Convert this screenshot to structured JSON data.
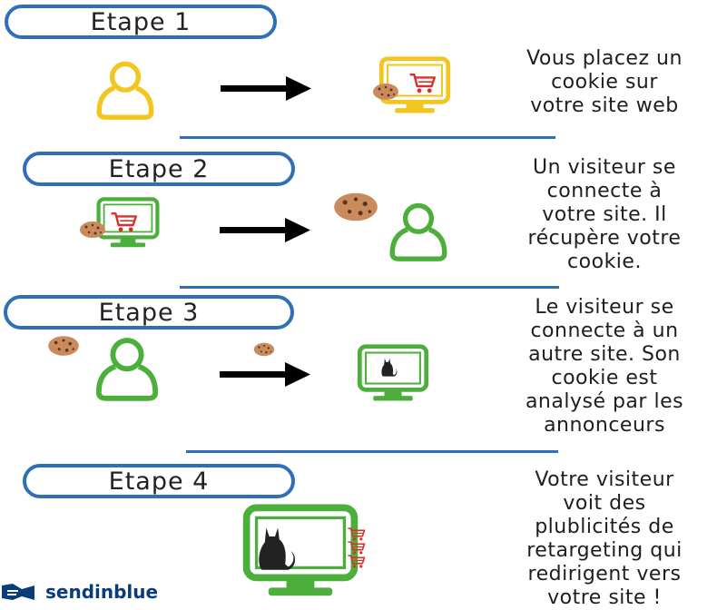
{
  "steps": [
    {
      "label": "Etape 1",
      "text": "Vous placez un\ncookie sur\nvotre site web"
    },
    {
      "label": "Etape 2",
      "text": "Un visiteur se\nconnecte à\nvotre site. Il\nrécupère votre\ncookie."
    },
    {
      "label": "Etape 3",
      "text": "Le visiteur se\nconnecte à un\nautre site. Son\ncookie est\nanalysé par les\nannonceurs"
    },
    {
      "label": "Etape 4",
      "text": "Votre  visiteur\nvoit des\nplublicités de\nretargeting qui\nredirigent vers\nvotre site !"
    }
  ],
  "brand": {
    "name": "sendinblue"
  },
  "colors": {
    "blue": "#2f6fb8",
    "yellow": "#f2c61f",
    "green": "#4caf3c",
    "red": "#d9302c",
    "cookie": "#c98a5e"
  },
  "icons": [
    "person-icon",
    "arrow-icon",
    "monitor-icon",
    "cart-icon",
    "cookie-icon",
    "cat-icon",
    "brand-logo-icon"
  ]
}
